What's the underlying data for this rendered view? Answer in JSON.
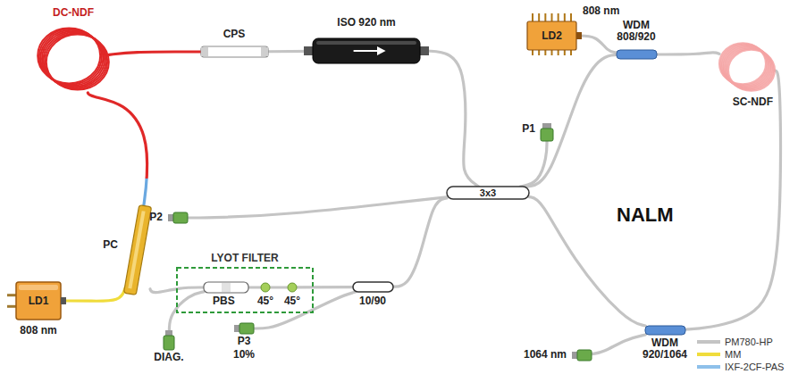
{
  "diagram": {
    "nodes": [
      {
        "text": [
          "LD1",
          "808 nm"
        ]
      },
      {
        "text": [
          "PC"
        ]
      },
      {
        "text": [
          "DC-NDF"
        ]
      },
      {
        "text": [
          "CPS"
        ]
      },
      {
        "text": [
          "ISO 920 nm"
        ]
      },
      {
        "text": [
          "3x3"
        ]
      },
      {
        "text": [
          "LD2",
          "808 nm"
        ]
      },
      {
        "text": [
          "WDM 808/920"
        ]
      },
      {
        "text": [
          "SC-NDF"
        ]
      },
      {
        "text": [
          "WDM 920/1064"
        ]
      },
      {
        "text": [
          "LYOT FILTER"
        ]
      },
      {
        "text": [
          "PBS"
        ],
        "in": 10
      },
      {
        "text": [
          "45°"
        ],
        "in": 10
      },
      {
        "text": [
          "45°"
        ],
        "in": 10
      },
      {
        "text": [
          "10/90"
        ]
      },
      {
        "text": [
          "P1"
        ]
      },
      {
        "text": [
          "P2"
        ]
      },
      {
        "text": [
          "P3",
          "10%"
        ]
      },
      {
        "text": [
          "DIAG."
        ]
      },
      {
        "text": [
          "1064 nm"
        ]
      }
    ],
    "edges": [
      {
        "from": 0,
        "to": 1,
        "arrow": "none"
      },
      {
        "from": 1,
        "to": 2,
        "arrow": "none"
      },
      {
        "from": 2,
        "to": 3,
        "arrow": "none"
      },
      {
        "from": 3,
        "to": 4,
        "arrow": "none"
      },
      {
        "from": 4,
        "to": 5,
        "arrow": "none"
      },
      {
        "from": 5,
        "to": 15,
        "arrow": "none"
      },
      {
        "from": 5,
        "to": 16,
        "arrow": "none"
      },
      {
        "from": 5,
        "to": 7,
        "arrow": "none"
      },
      {
        "from": 6,
        "to": 7,
        "arrow": "none"
      },
      {
        "from": 7,
        "to": 8,
        "arrow": "none"
      },
      {
        "from": 8,
        "to": 9,
        "arrow": "none"
      },
      {
        "from": 9,
        "to": 5,
        "arrow": "none"
      },
      {
        "from": 9,
        "to": 19,
        "arrow": "none"
      },
      {
        "from": 5,
        "to": 14,
        "arrow": "none"
      },
      {
        "from": 14,
        "to": 17,
        "arrow": "none"
      },
      {
        "from": 14,
        "to": 13,
        "arrow": "none"
      },
      {
        "from": 13,
        "to": 12,
        "arrow": "none"
      },
      {
        "from": 12,
        "to": 11,
        "arrow": "none"
      },
      {
        "from": 11,
        "to": 1,
        "arrow": "none"
      },
      {
        "from": 11,
        "to": 18,
        "arrow": "none"
      }
    ],
    "labels": [
      "NALM"
    ],
    "legend": [
      {
        "text": "PM780-HP"
      },
      {
        "text": "MM"
      },
      {
        "text": "IXF-2CF-PAS"
      }
    ]
  }
}
